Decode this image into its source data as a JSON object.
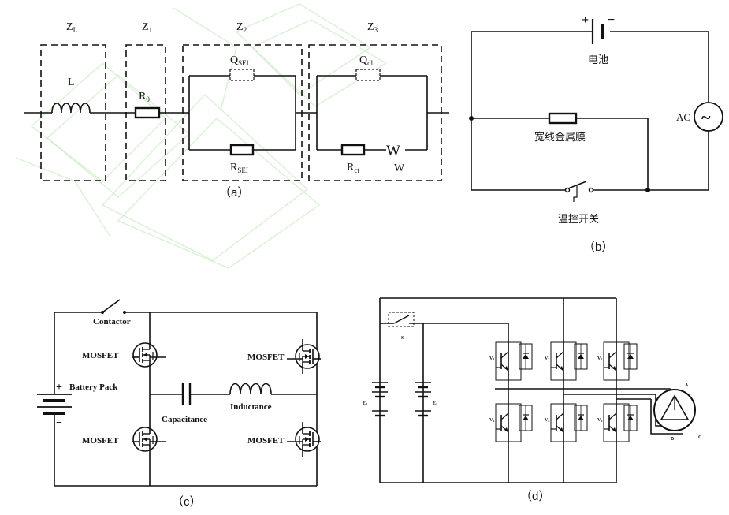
{
  "panel_a": {
    "caption": "（a）",
    "zone_labels": {
      "zl": "Z",
      "zl_sub": "L",
      "z1": "Z",
      "z1_sub": "1",
      "z2": "Z",
      "z2_sub": "2",
      "z3": "Z",
      "z3_sub": "3"
    },
    "inductor_label": "L",
    "r0_label": "R",
    "r0_sub": "0",
    "qsei_label": "Q",
    "qsei_sub": "SEI",
    "rsei_label": "R",
    "rsei_sub": "SEI",
    "qdl_label": "Q",
    "qdl_sub": "dl",
    "rct_label": "R",
    "rct_sub": "ct",
    "warburg_symbol": "W",
    "warburg_label": "W"
  },
  "panel_b": {
    "caption": "（b）",
    "battery_label": "电池",
    "plus": "+",
    "minus": "−",
    "film_label": "宽线金属膜",
    "switch_label": "温控开关",
    "ac_label": "AC",
    "ac_symbol": "~"
  },
  "panel_c": {
    "caption": "（c）",
    "contactor_label": "Contactor",
    "mosfet_label": "MOSFET",
    "battery_label": "Battery Pack",
    "battery_plus": "+",
    "battery_minus": "−",
    "capacitance_label": "Capacitance",
    "inductance_label": "Inductance"
  },
  "panel_d": {
    "caption": "（d）",
    "switch_label": "S",
    "e2_label": "E",
    "e2_sub": "2",
    "e1_label": "E",
    "e1_sub": "1",
    "v_labels": [
      "V",
      "V",
      "V",
      "V",
      "V",
      "V"
    ],
    "v_subs": [
      "1",
      "3",
      "5",
      "2",
      "4",
      "6"
    ],
    "motor_terminals": [
      "A",
      "B",
      "C"
    ]
  }
}
